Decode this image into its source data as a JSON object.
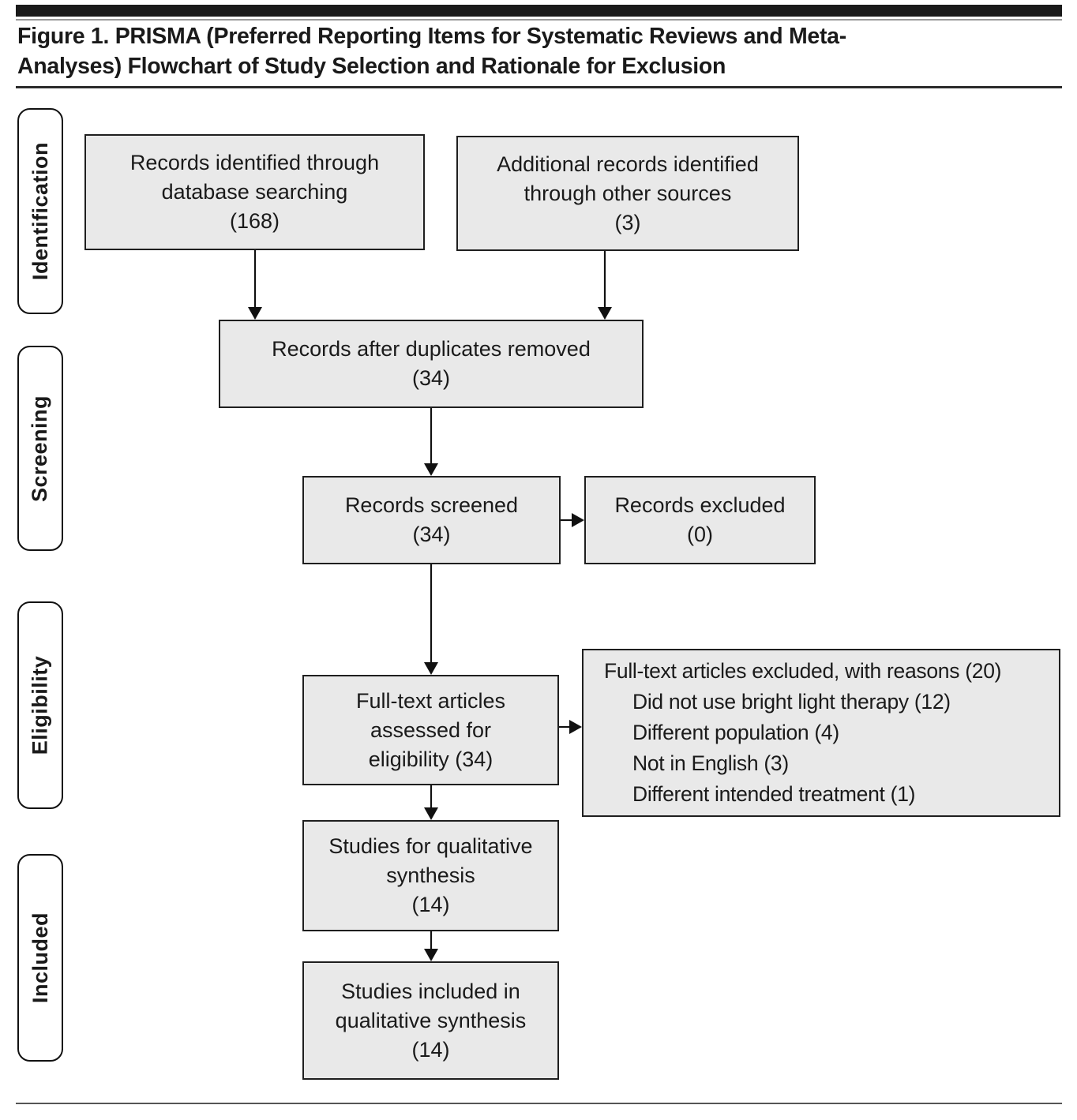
{
  "header": {
    "title_line1": "Figure 1. PRISMA (Preferred Reporting Items for Systematic Reviews and Meta-",
    "title_line2": "Analyses) Flowchart of Study Selection and Rationale for Exclusion"
  },
  "stages": [
    {
      "label": "Identification"
    },
    {
      "label": "Screening"
    },
    {
      "label": "Eligibility"
    },
    {
      "label": "Included"
    }
  ],
  "boxes": {
    "records_database": {
      "lines": [
        "Records identified through",
        "database searching",
        "(168)"
      ]
    },
    "records_other": {
      "lines": [
        "Additional records identified",
        "through other sources",
        "(3)"
      ]
    },
    "after_duplicates": {
      "lines": [
        "Records after duplicates removed",
        "(34)"
      ]
    },
    "records_screened": {
      "lines": [
        "Records screened",
        "(34)"
      ]
    },
    "records_excluded": {
      "lines": [
        "Records excluded",
        "(0)"
      ]
    },
    "fulltext_assessed": {
      "lines": [
        "Full-text articles",
        "assessed for",
        "eligibility (34)"
      ]
    },
    "fulltext_excluded": {
      "heading": "Full-text articles excluded, with reasons (20)",
      "reasons": [
        "Did not use bright light therapy (12)",
        "Different population (4)",
        "Not in English (3)",
        "Different intended treatment (1)"
      ]
    },
    "qualitative_synthesis": {
      "lines": [
        "Studies for qualitative",
        "synthesis",
        "(14)"
      ]
    },
    "included_synthesis": {
      "lines": [
        "Studies included in",
        "qualitative synthesis",
        "(14)"
      ]
    }
  },
  "colors": {
    "box_fill": "#e9e9e9",
    "box_border": "#1f1f1f",
    "text": "#1a1a1a"
  }
}
